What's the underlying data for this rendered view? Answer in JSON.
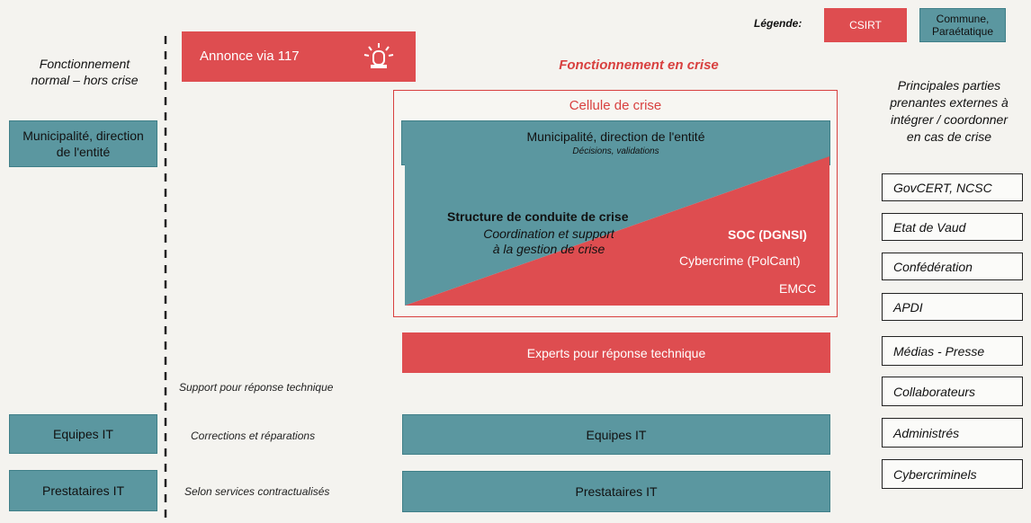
{
  "legend": {
    "label": "Légende:",
    "csirt": "CSIRT",
    "commune": "Commune,\nParaétatique",
    "csirt_color": "#de4d50",
    "commune_color": "#5b97a0"
  },
  "left": {
    "title": "Fonctionnement\nnormal – hors crise",
    "municipalite": "Municipalité, direction\nde l'entité",
    "equipes": "Equipes IT",
    "prestataires": "Prestataires IT"
  },
  "announce": {
    "label": "Annonce via 117",
    "icon": "siren-icon"
  },
  "crisis": {
    "title": "Fonctionnement en crise",
    "cellule": "Cellule de crise",
    "municipalite_title": "Municipalité, direction de l'entité",
    "municipalite_sub": "Décisions, validations",
    "structure_title": "Structure de conduite de crise",
    "structure_sub": "Coordination et support\nà la gestion de crise",
    "soc": "SOC (DGNSI)",
    "cybercrime": "Cybercrime (PolCant)",
    "emcc": "EMCC",
    "experts": "Experts pour réponse technique",
    "equipes": "Equipes IT",
    "prestataires": "Prestataires IT"
  },
  "annotations": {
    "support": "Support pour réponse technique",
    "corrections": "Corrections et réparations",
    "selon": "Selon services contractualisés"
  },
  "right": {
    "title": "Principales parties\nprenantes externes à\nintégrer / coordonner\nen cas de crise",
    "stakeholders": [
      "GovCERT, NCSC",
      "Etat de Vaud",
      "Confédération",
      "APDI",
      "Médias - Presse",
      "Collaborateurs",
      "Administrés",
      "Cybercriminels"
    ]
  }
}
